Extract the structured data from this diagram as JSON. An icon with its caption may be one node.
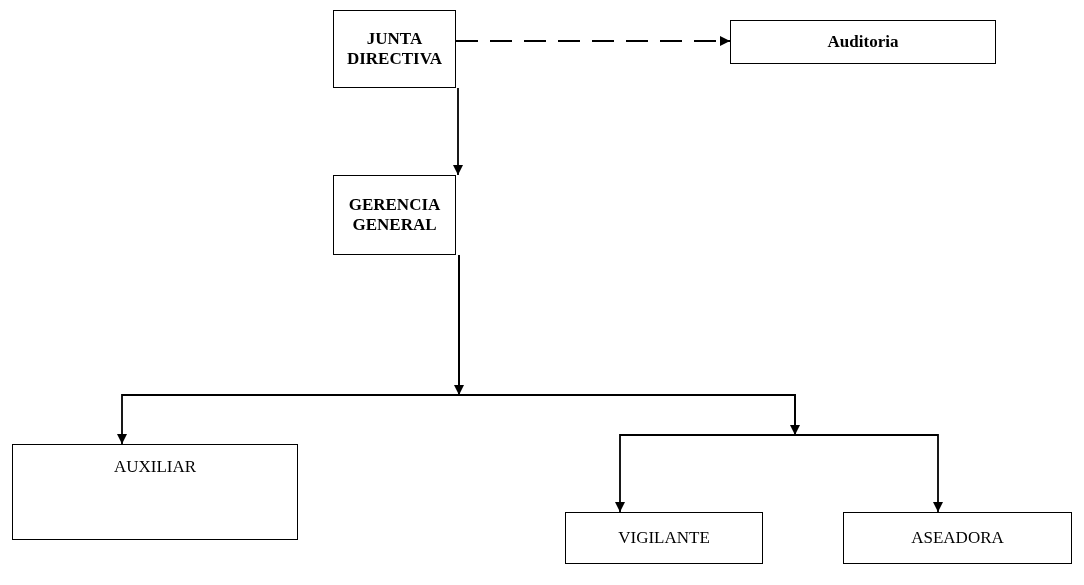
{
  "diagram": {
    "nodes": [
      {
        "text": [
          "JUNTA DIRECTIVA"
        ]
      },
      {
        "text": [
          "Auditoria"
        ]
      },
      {
        "text": [
          "GERENCIA GENERAL"
        ]
      },
      {
        "text": [
          "AUXILIAR"
        ]
      },
      {
        "text": [
          "VIGILANTE"
        ]
      },
      {
        "text": [
          "ASEADORA"
        ]
      }
    ],
    "edges": [
      {
        "from": 0,
        "to": 1,
        "arrow": "to",
        "style": "dashed"
      },
      {
        "from": 0,
        "to": 2,
        "arrow": "to"
      },
      {
        "from": 2,
        "to": 3,
        "arrow": "to"
      },
      {
        "from": 2,
        "to": 4,
        "arrow": "to"
      },
      {
        "from": 2,
        "to": 5,
        "arrow": "to"
      }
    ]
  }
}
